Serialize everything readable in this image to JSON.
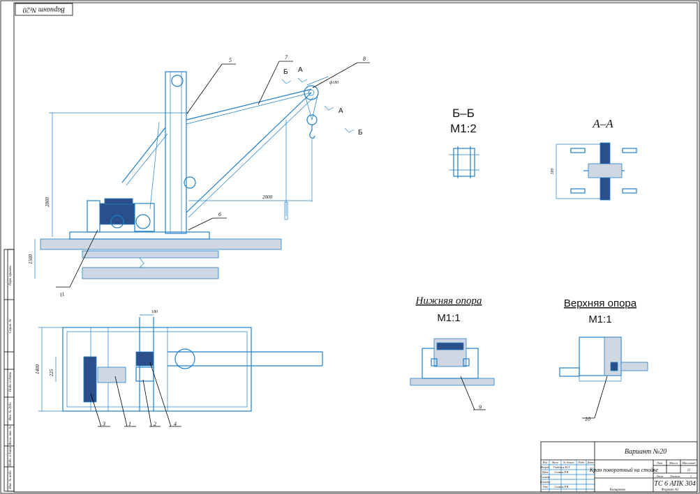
{
  "sheet": {
    "variant_stamp": "Вариант №20"
  },
  "main_view": {
    "callouts": [
      "5",
      "7",
      "8",
      "6",
      "11"
    ],
    "section_marks": [
      "Б",
      "А",
      "А",
      "Б"
    ],
    "dims": {
      "height": "2000",
      "span": "2000",
      "pulley_dia": "ф180",
      "base_height": "1500"
    }
  },
  "plan_view": {
    "callouts": [
      "3",
      "1",
      "2",
      "4"
    ],
    "dims": {
      "width": "1400",
      "offset": "225",
      "top": "180"
    }
  },
  "section_bb": {
    "title": "Б–Б",
    "scale": "М1:2"
  },
  "section_aa": {
    "title": "А–А",
    "dim": "180"
  },
  "lower_support": {
    "title": "Нижняя опора",
    "scale": "М1:1",
    "callout": "9"
  },
  "upper_support": {
    "title": "Верхняя опора",
    "scale": "М1:1",
    "callout": "10"
  },
  "title_block": {
    "variant": "Вариант №20",
    "name": "Кран поворотный на стойке",
    "code": "ТС 6 АПК 304",
    "cols": [
      "Лит",
      "Масса",
      "Масштаб"
    ],
    "sheet_row": [
      "Лист",
      "Листов",
      "1"
    ],
    "scale_value": "11",
    "rows": [
      [
        "Изм",
        "Лист",
        "№ докум.",
        "Подп.",
        "Дата"
      ],
      [
        "Разраб",
        "Учабеков Ю.Т.",
        "",
        "",
        ""
      ],
      [
        "Пров",
        "Сомкин Р.Н.",
        "",
        "",
        ""
      ],
      [
        "Т.контр",
        "",
        "",
        "",
        ""
      ],
      [
        "Н.контр",
        "",
        "",
        "",
        ""
      ],
      [
        "Утв",
        "Сомкин Р.Н.",
        "",
        "",
        ""
      ]
    ],
    "footer_left": "Копировал",
    "footer_right": "Формат А1"
  },
  "side_stamp": [
    "Перв. примен.",
    "Справ. №",
    "Подп. и дата",
    "Инв. № дубл.",
    "Взам. инв. №",
    "Подп. и дата",
    "Инв. № подл."
  ]
}
